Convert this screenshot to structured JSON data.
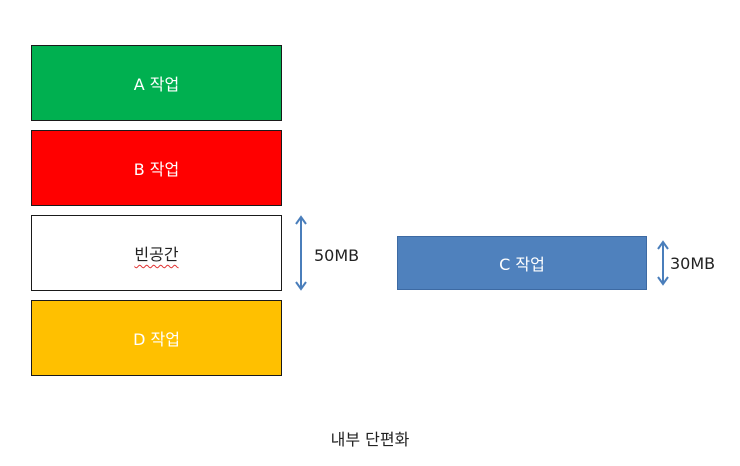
{
  "blocks": {
    "a": {
      "label": "A 작업",
      "color": "#00b050"
    },
    "b": {
      "label": "B 작업",
      "color": "#ff0000"
    },
    "empty": {
      "label": "빈공간",
      "color": "#ffffff"
    },
    "d": {
      "label": "D 작업",
      "color": "#ffc000"
    },
    "c": {
      "label": "C 작업",
      "color": "#4f81bd"
    }
  },
  "sizes": {
    "empty_space": "50MB",
    "c_job": "30MB"
  },
  "caption": "내부 단편화",
  "colors": {
    "arrow": "#4a7ebb"
  }
}
